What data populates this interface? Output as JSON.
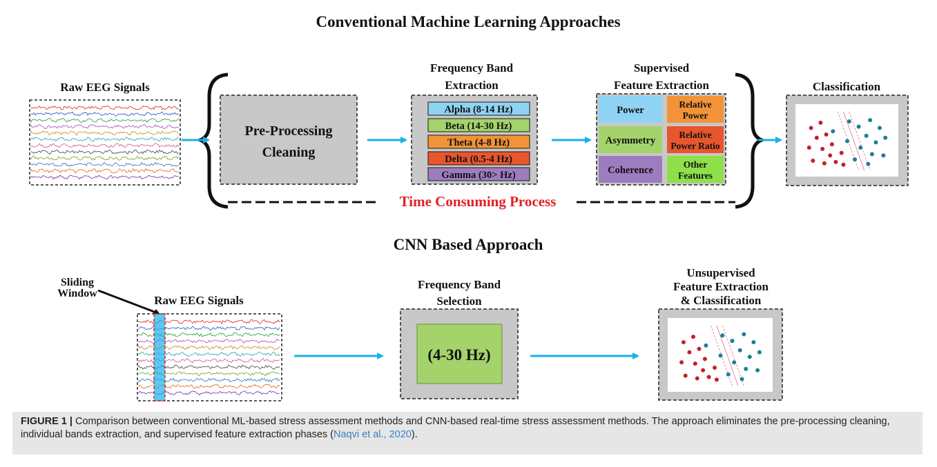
{
  "top": {
    "title": "Conventional Machine Learning Approaches",
    "raw_label": "Raw EEG Signals",
    "preprocess_line1": "Pre-Processing",
    "preprocess_line2": "Cleaning",
    "freq_title_line1": "Frequency Band",
    "freq_title_line2": "Extraction",
    "bands": [
      {
        "label": "Alpha (8-14 Hz)",
        "color": "#8fd3f4"
      },
      {
        "label": "Beta (14-30 Hz)",
        "color": "#a3d36a"
      },
      {
        "label": "Theta (4-8 Hz)",
        "color": "#f29338"
      },
      {
        "label": "Delta (0.5-4 Hz)",
        "color": "#e8562e"
      },
      {
        "label": "Gamma (30> Hz)",
        "color": "#9e7cc0"
      }
    ],
    "feat_title_line1": "Supervised",
    "feat_title_line2": "Feature Extraction",
    "features": {
      "power": "Power",
      "relative_power_1": "Relative",
      "relative_power_2": "Power",
      "asymmetry": "Asymmetry",
      "ratio_1": "Relative",
      "ratio_2": "Power Ratio",
      "coherence": "Coherence",
      "other_1": "Other",
      "other_2": "Features"
    },
    "feature_colors": {
      "power": "#8fd3f4",
      "relative_power": "#f29338",
      "asymmetry": "#a3d36a",
      "ratio": "#e8562e",
      "coherence": "#9e7cc0",
      "other": "#8ee04a"
    },
    "classification_label": "Classification",
    "time_consuming": "Time Consuming Process"
  },
  "bottom": {
    "title": "CNN Based Approach",
    "sliding_line1": "Sliding",
    "sliding_line2": "Window",
    "raw_label": "Raw EEG Signals",
    "freq_line1": "Frequency Band",
    "freq_line2": "Selection",
    "freq_range": "(4-30 Hz)",
    "unsup_line1": "Unsupervised",
    "unsup_line2": "Feature Extraction",
    "unsup_line3": "& Classification"
  },
  "caption": {
    "label": "FIGURE 1 |",
    "text": "Comparison between conventional ML-based stress assessment methods and CNN-based real-time stress assessment methods. The approach eliminates the pre-processing cleaning, individual bands extraction, and supervised feature extraction phases (",
    "citation": "Naqvi et al., 2020",
    "end": ")."
  },
  "colors": {
    "arrow": "#1ab0e8",
    "title_red": "#e31e24",
    "panel_gray": "#c8c8c8",
    "scatter_red": "#c4202a",
    "scatter_teal": "#1d7f97"
  }
}
